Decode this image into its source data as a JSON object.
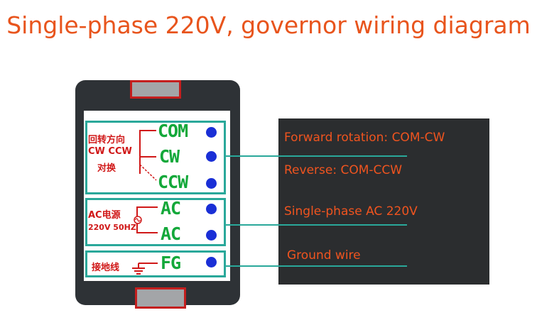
{
  "title": "Single-phase 220V, governor wiring diagram",
  "colors": {
    "title": "#e8541c",
    "frame": "#2aa89a",
    "terminal_text": "#13a83a",
    "label_red": "#d01818",
    "terminal_dot": "#1a2fd6",
    "housing": "#2e3236",
    "info_panel": "#2b2d2f",
    "info_text": "#f0541f"
  },
  "groups": {
    "direction": {
      "label_lines": [
        "回转方向",
        "CW CCW",
        "对换"
      ],
      "terminals": [
        "COM",
        "CW",
        "CCW"
      ]
    },
    "power": {
      "label_lines": [
        "AC电源",
        "220V 50HZ"
      ],
      "terminals": [
        "AC",
        "AC"
      ]
    },
    "ground": {
      "label": "接地线",
      "terminal": "FG"
    }
  },
  "notes": {
    "forward": "Forward rotation: COM-CW",
    "reverse": "Reverse: COM-CCW",
    "power": "Single-phase AC 220V",
    "ground": "Ground wire"
  }
}
